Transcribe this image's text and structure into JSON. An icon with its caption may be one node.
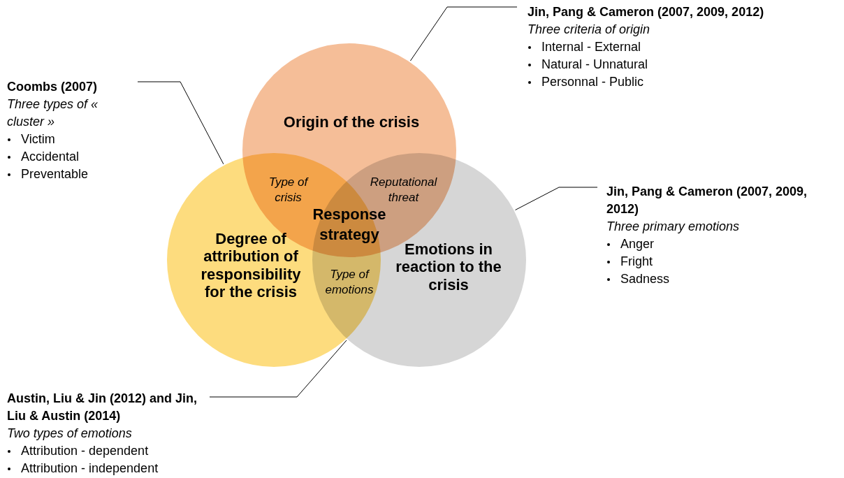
{
  "diagram": {
    "nodes": [
      {
        "text": [
          "Origin of the crisis"
        ]
      },
      {
        "text": [
          "Degree of attribution of responsibility for the crisis"
        ]
      },
      {
        "text": [
          "Emotions in reaction to the crisis"
        ]
      },
      {
        "text": [
          "Coombs (2007)",
          "Three types of « cluster »",
          "Victim",
          "Accidental",
          "Preventable"
        ]
      },
      {
        "text": [
          "Jin, Pang & Cameron (2007, 2009, 2012)",
          "Three criteria of origin",
          "Internal - External",
          "Natural - Unnatural",
          "Personnal - Public"
        ]
      },
      {
        "text": [
          "Jin, Pang & Cameron (2007, 2009, 2012)",
          "Three primary emotions",
          "Anger",
          "Fright",
          "Sadness"
        ]
      },
      {
        "text": [
          "Austin, Liu & Jin (2012) and Jin, Liu & Austin (2014)",
          "Two types of emotions",
          "Attribution - dependent",
          "Attribution - independent"
        ]
      }
    ],
    "edges": [
      {
        "from": 3,
        "to": 1,
        "arrow": "none"
      },
      {
        "from": 4,
        "to": 0,
        "arrow": "none"
      },
      {
        "from": 5,
        "to": 2,
        "arrow": "none"
      },
      {
        "from": 6,
        "to": 1,
        "arrow": "none"
      }
    ],
    "labels": [
      "Type of crisis",
      "Reputational threat",
      "Response strategy",
      "Type of emotions"
    ]
  }
}
